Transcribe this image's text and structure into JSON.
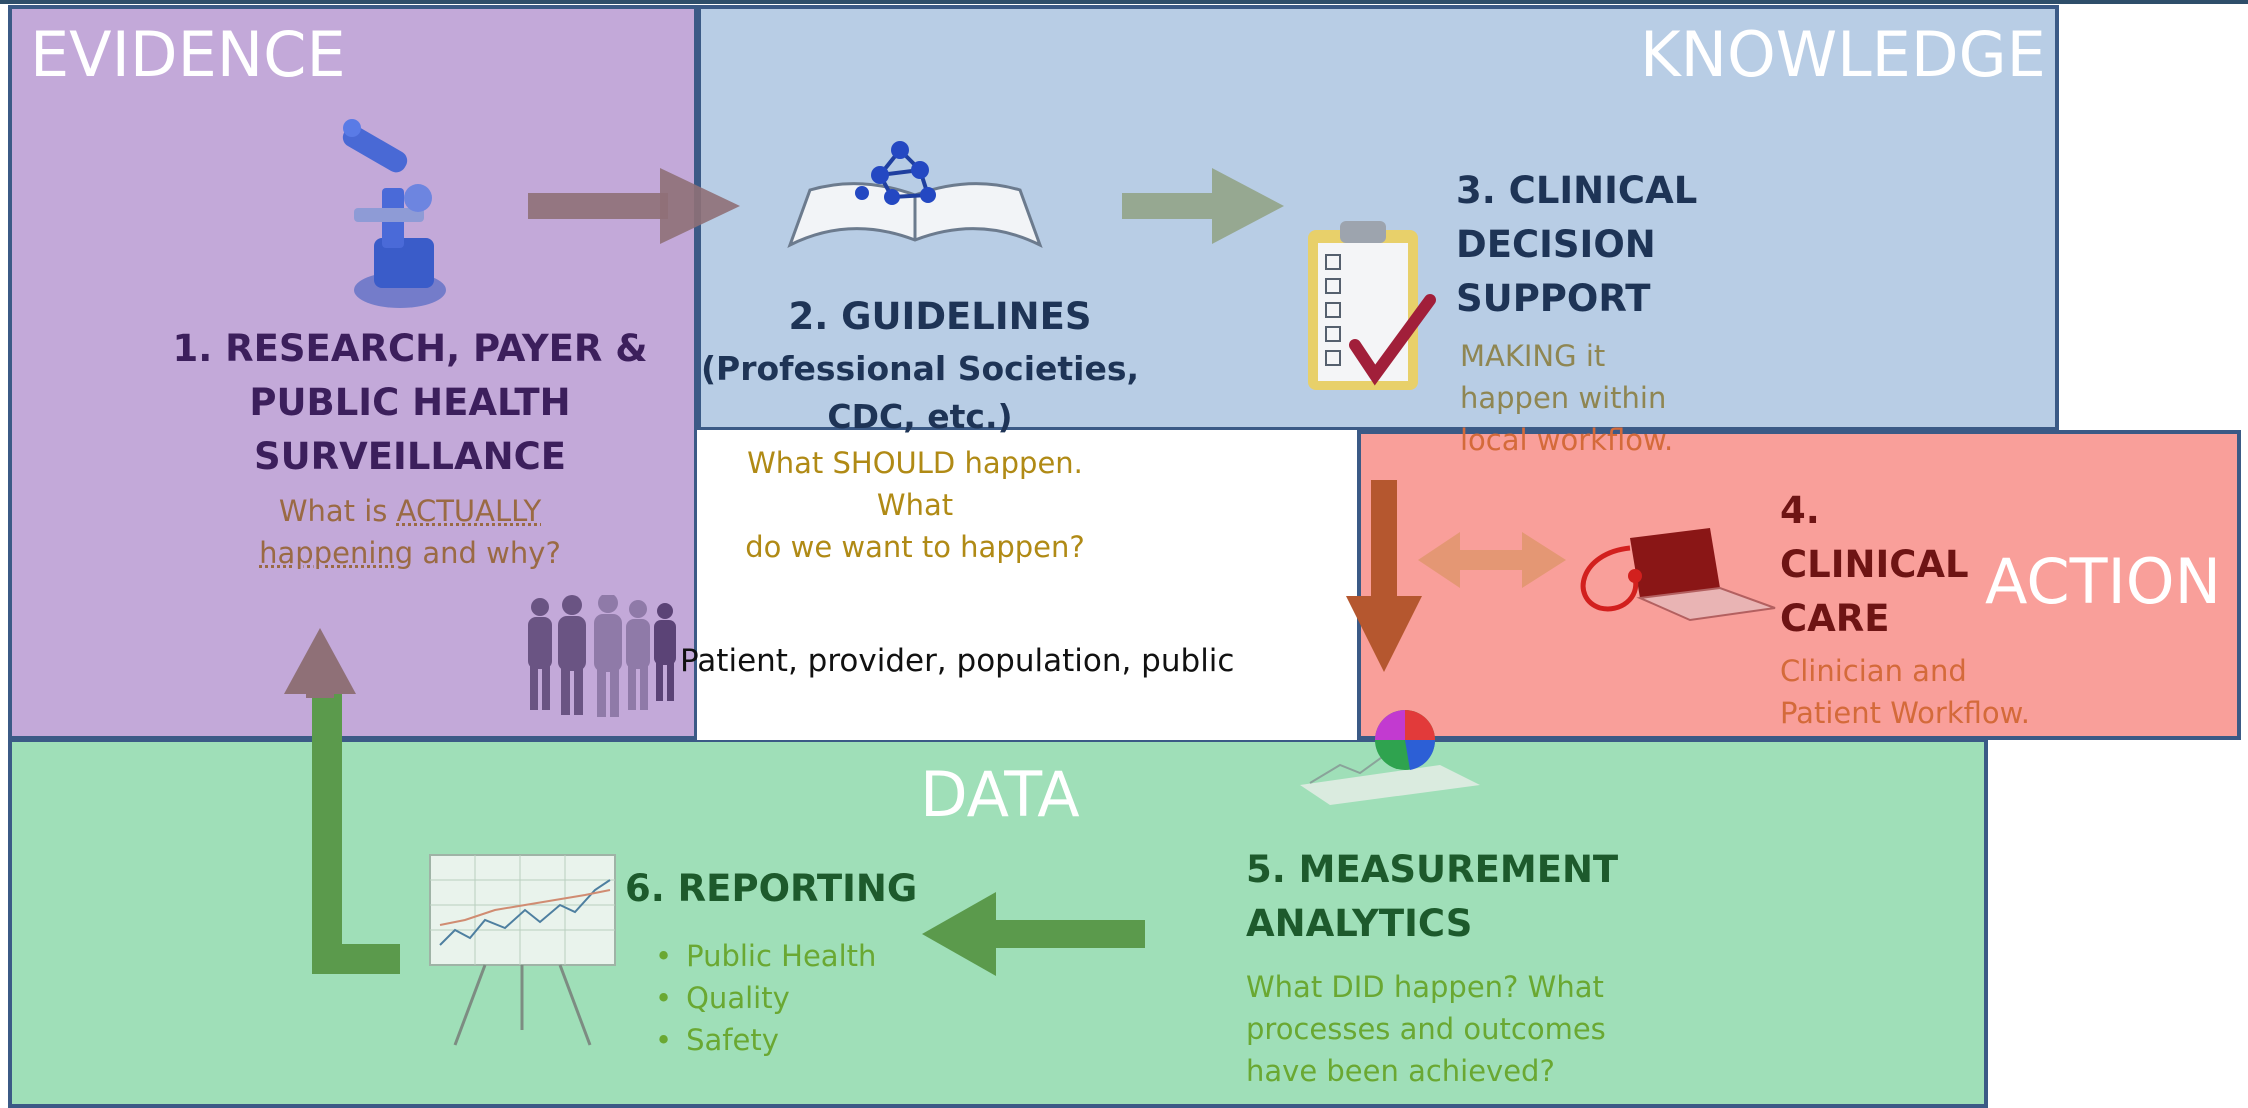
{
  "panels": {
    "evidence": {
      "title": "EVIDENCE",
      "color": "#c3a9d9"
    },
    "knowledge": {
      "title": "KNOWLEDGE",
      "color": "#b8cde5"
    },
    "action": {
      "title": "ACTION",
      "color": "#f99f9a"
    },
    "data": {
      "title": "DATA",
      "color": "#9fdfb8"
    }
  },
  "steps": {
    "research": {
      "heading": [
        "1. RESEARCH, PAYER &",
        "PUBLIC HEALTH",
        "SURVEILLANCE"
      ],
      "sub_prefix": "What is ",
      "sub_emph": "ACTUALLY",
      "sub_line2_emph": "happening",
      "sub_line2_rest": " and why?"
    },
    "guidelines": {
      "heading": "2. GUIDELINES",
      "sub": [
        "(Professional Societies,",
        "CDC, etc.)"
      ],
      "note": [
        "What SHOULD happen. What",
        "do we want to happen?"
      ]
    },
    "cds": {
      "heading": [
        "3. CLINICAL",
        "DECISION",
        "SUPPORT"
      ],
      "sub": [
        "MAKING it",
        "happen within",
        "local workflow."
      ]
    },
    "care": {
      "heading": [
        "4.",
        "CLINICAL",
        "CARE"
      ],
      "sub": [
        "Clinician and",
        "Patient Workflow."
      ]
    },
    "measurement": {
      "heading": [
        "5. MEASUREMENT",
        "ANALYTICS"
      ],
      "sub": [
        "What DID happen? What",
        "processes and outcomes",
        "have been achieved?"
      ]
    },
    "reporting": {
      "heading": "6. REPORTING",
      "bullets": [
        "Public Health",
        "Quality",
        "Safety"
      ]
    }
  },
  "people_caption": "Patient, provider, population, public",
  "icons": [
    "microscope-icon",
    "book-molecule-icon",
    "clipboard-check-icon",
    "laptop-stethoscope-icon",
    "pie-chart-icon",
    "presentation-chart-icon",
    "people-silhouettes-icon"
  ],
  "colors": {
    "heading_dark_purple": "#3c1f5c",
    "heading_navy": "#1e3456",
    "heading_dark_red": "#6e1414",
    "heading_dark_green": "#1d5a2c",
    "sub_brown": "#9a6a44",
    "sub_gold": "#b08a15",
    "sub_orange": "#d46a3a",
    "sub_green": "#6aa832",
    "arrow_brown": "#8f7077",
    "arrow_olive": "#96a891",
    "arrow_green": "#5b9a4c"
  }
}
